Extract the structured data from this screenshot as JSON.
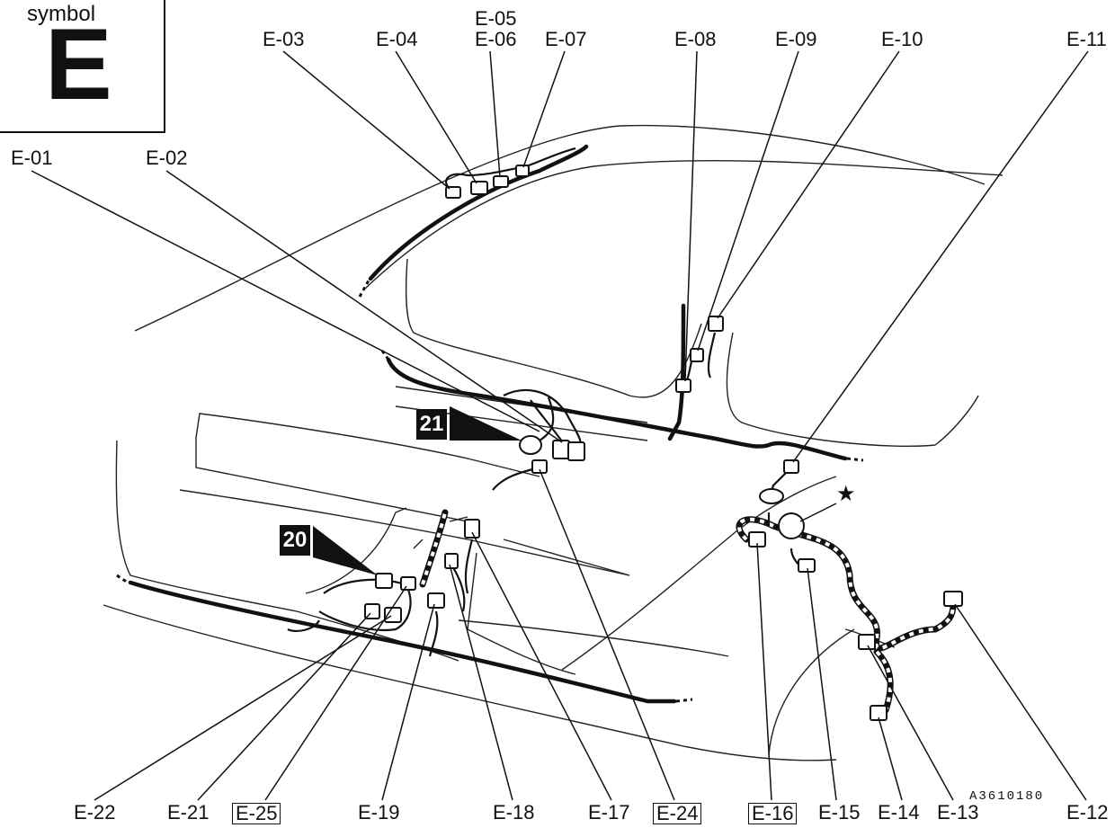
{
  "symbol": {
    "caption": "symbol",
    "letter": "E"
  },
  "callouts": {
    "c20": "20",
    "c21": "21"
  },
  "figure_code": "A3610180",
  "labels": {
    "e01": "E-01",
    "e02": "E-02",
    "e03": "E-03",
    "e04": "E-04",
    "e05": "E-05",
    "e06": "E-06",
    "e07": "E-07",
    "e08": "E-08",
    "e09": "E-09",
    "e10": "E-10",
    "e11": "E-11",
    "e12": "E-12",
    "e13": "E-13",
    "e14": "E-14",
    "e15": "E-15",
    "e16": "E-16",
    "e17": "E-17",
    "e18": "E-18",
    "e19": "E-19",
    "e21": "E-21",
    "e22": "E-22",
    "e24": "E-24",
    "e25": "E-25"
  },
  "star_marker": "★"
}
